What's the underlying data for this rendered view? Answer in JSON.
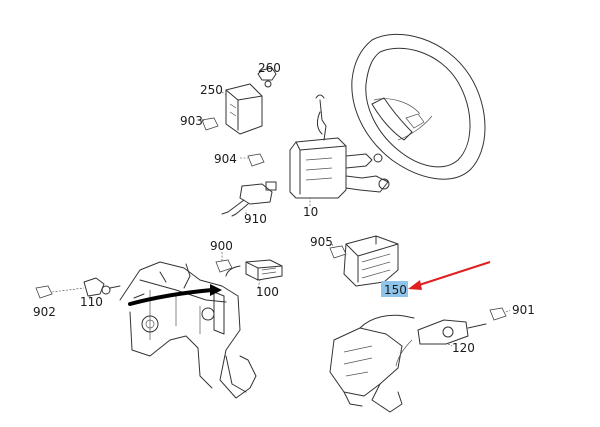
{
  "diagram": {
    "parts": [
      {
        "id": "260",
        "label": "260"
      },
      {
        "id": "250",
        "label": "250"
      },
      {
        "id": "903",
        "label": "903"
      },
      {
        "id": "904",
        "label": "904"
      },
      {
        "id": "910",
        "label": "910"
      },
      {
        "id": "10",
        "label": "10"
      },
      {
        "id": "900",
        "label": "900"
      },
      {
        "id": "905",
        "label": "905"
      },
      {
        "id": "100",
        "label": "100"
      },
      {
        "id": "902",
        "label": "902"
      },
      {
        "id": "110",
        "label": "110"
      },
      {
        "id": "150",
        "label": "150"
      },
      {
        "id": "901",
        "label": "901"
      },
      {
        "id": "120",
        "label": "120"
      }
    ],
    "highlight": {
      "part": "150",
      "color": "#8fc4ea",
      "arrow_color": "#e02020"
    }
  }
}
